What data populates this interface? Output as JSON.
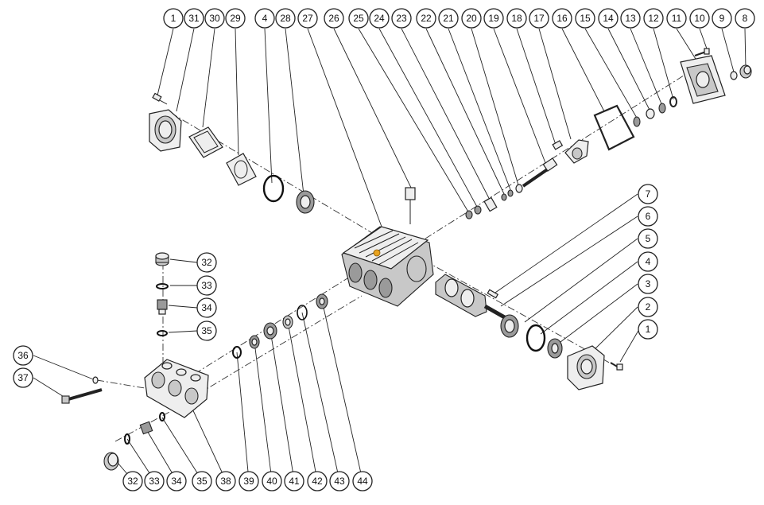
{
  "diagram": {
    "callouts": [
      "1",
      "31",
      "30",
      "29",
      "4",
      "28",
      "27",
      "26",
      "25",
      "24",
      "23",
      "22",
      "21",
      "20",
      "19",
      "18",
      "17",
      "16",
      "15",
      "14",
      "13",
      "12",
      "11",
      "10",
      "9",
      "8",
      "7",
      "6",
      "5",
      "4",
      "3",
      "2",
      "1",
      "32",
      "33",
      "34",
      "35",
      "36",
      "37",
      "32",
      "33",
      "34",
      "35",
      "38",
      "39",
      "40",
      "41",
      "42",
      "43",
      "44"
    ]
  }
}
